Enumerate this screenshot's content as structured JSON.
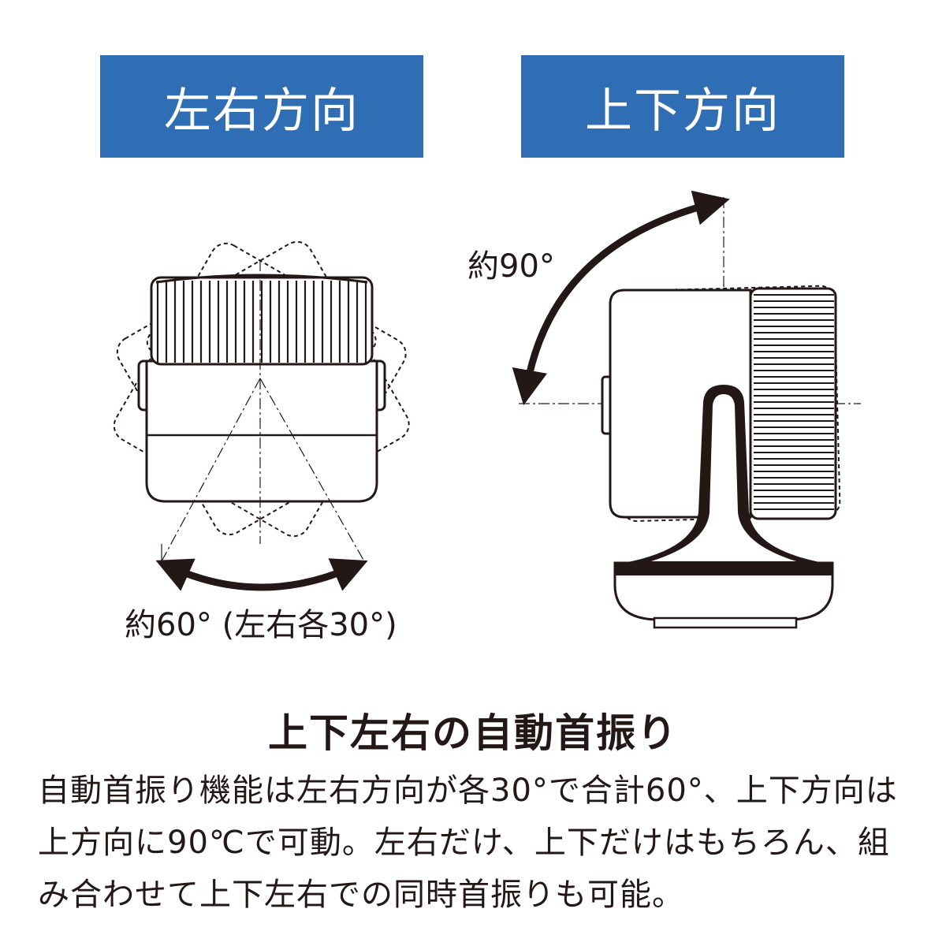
{
  "colors": {
    "header_bg": "#2f6db5",
    "header_text": "#ffffff",
    "ink": "#231815"
  },
  "headers": {
    "left": "左右方向",
    "right": "上下方向"
  },
  "labels": {
    "left_right_angle": "約60° (左右各30°)",
    "up_down_angle": "約90°"
  },
  "headline": "上下左右の自動首振り",
  "description": "自動首振り機能は左右方向が各30°で合計60°、上下方向は上方向に90℃で可動。左右だけ、上下だけはもちろん、組み合わせて上下左右での同時首振りも可能。",
  "icons": {
    "fan_front": "fan-front-view",
    "fan_side": "fan-side-view",
    "arrow_lr": "curved-double-arrow",
    "arrow_ud": "curved-double-arrow"
  }
}
